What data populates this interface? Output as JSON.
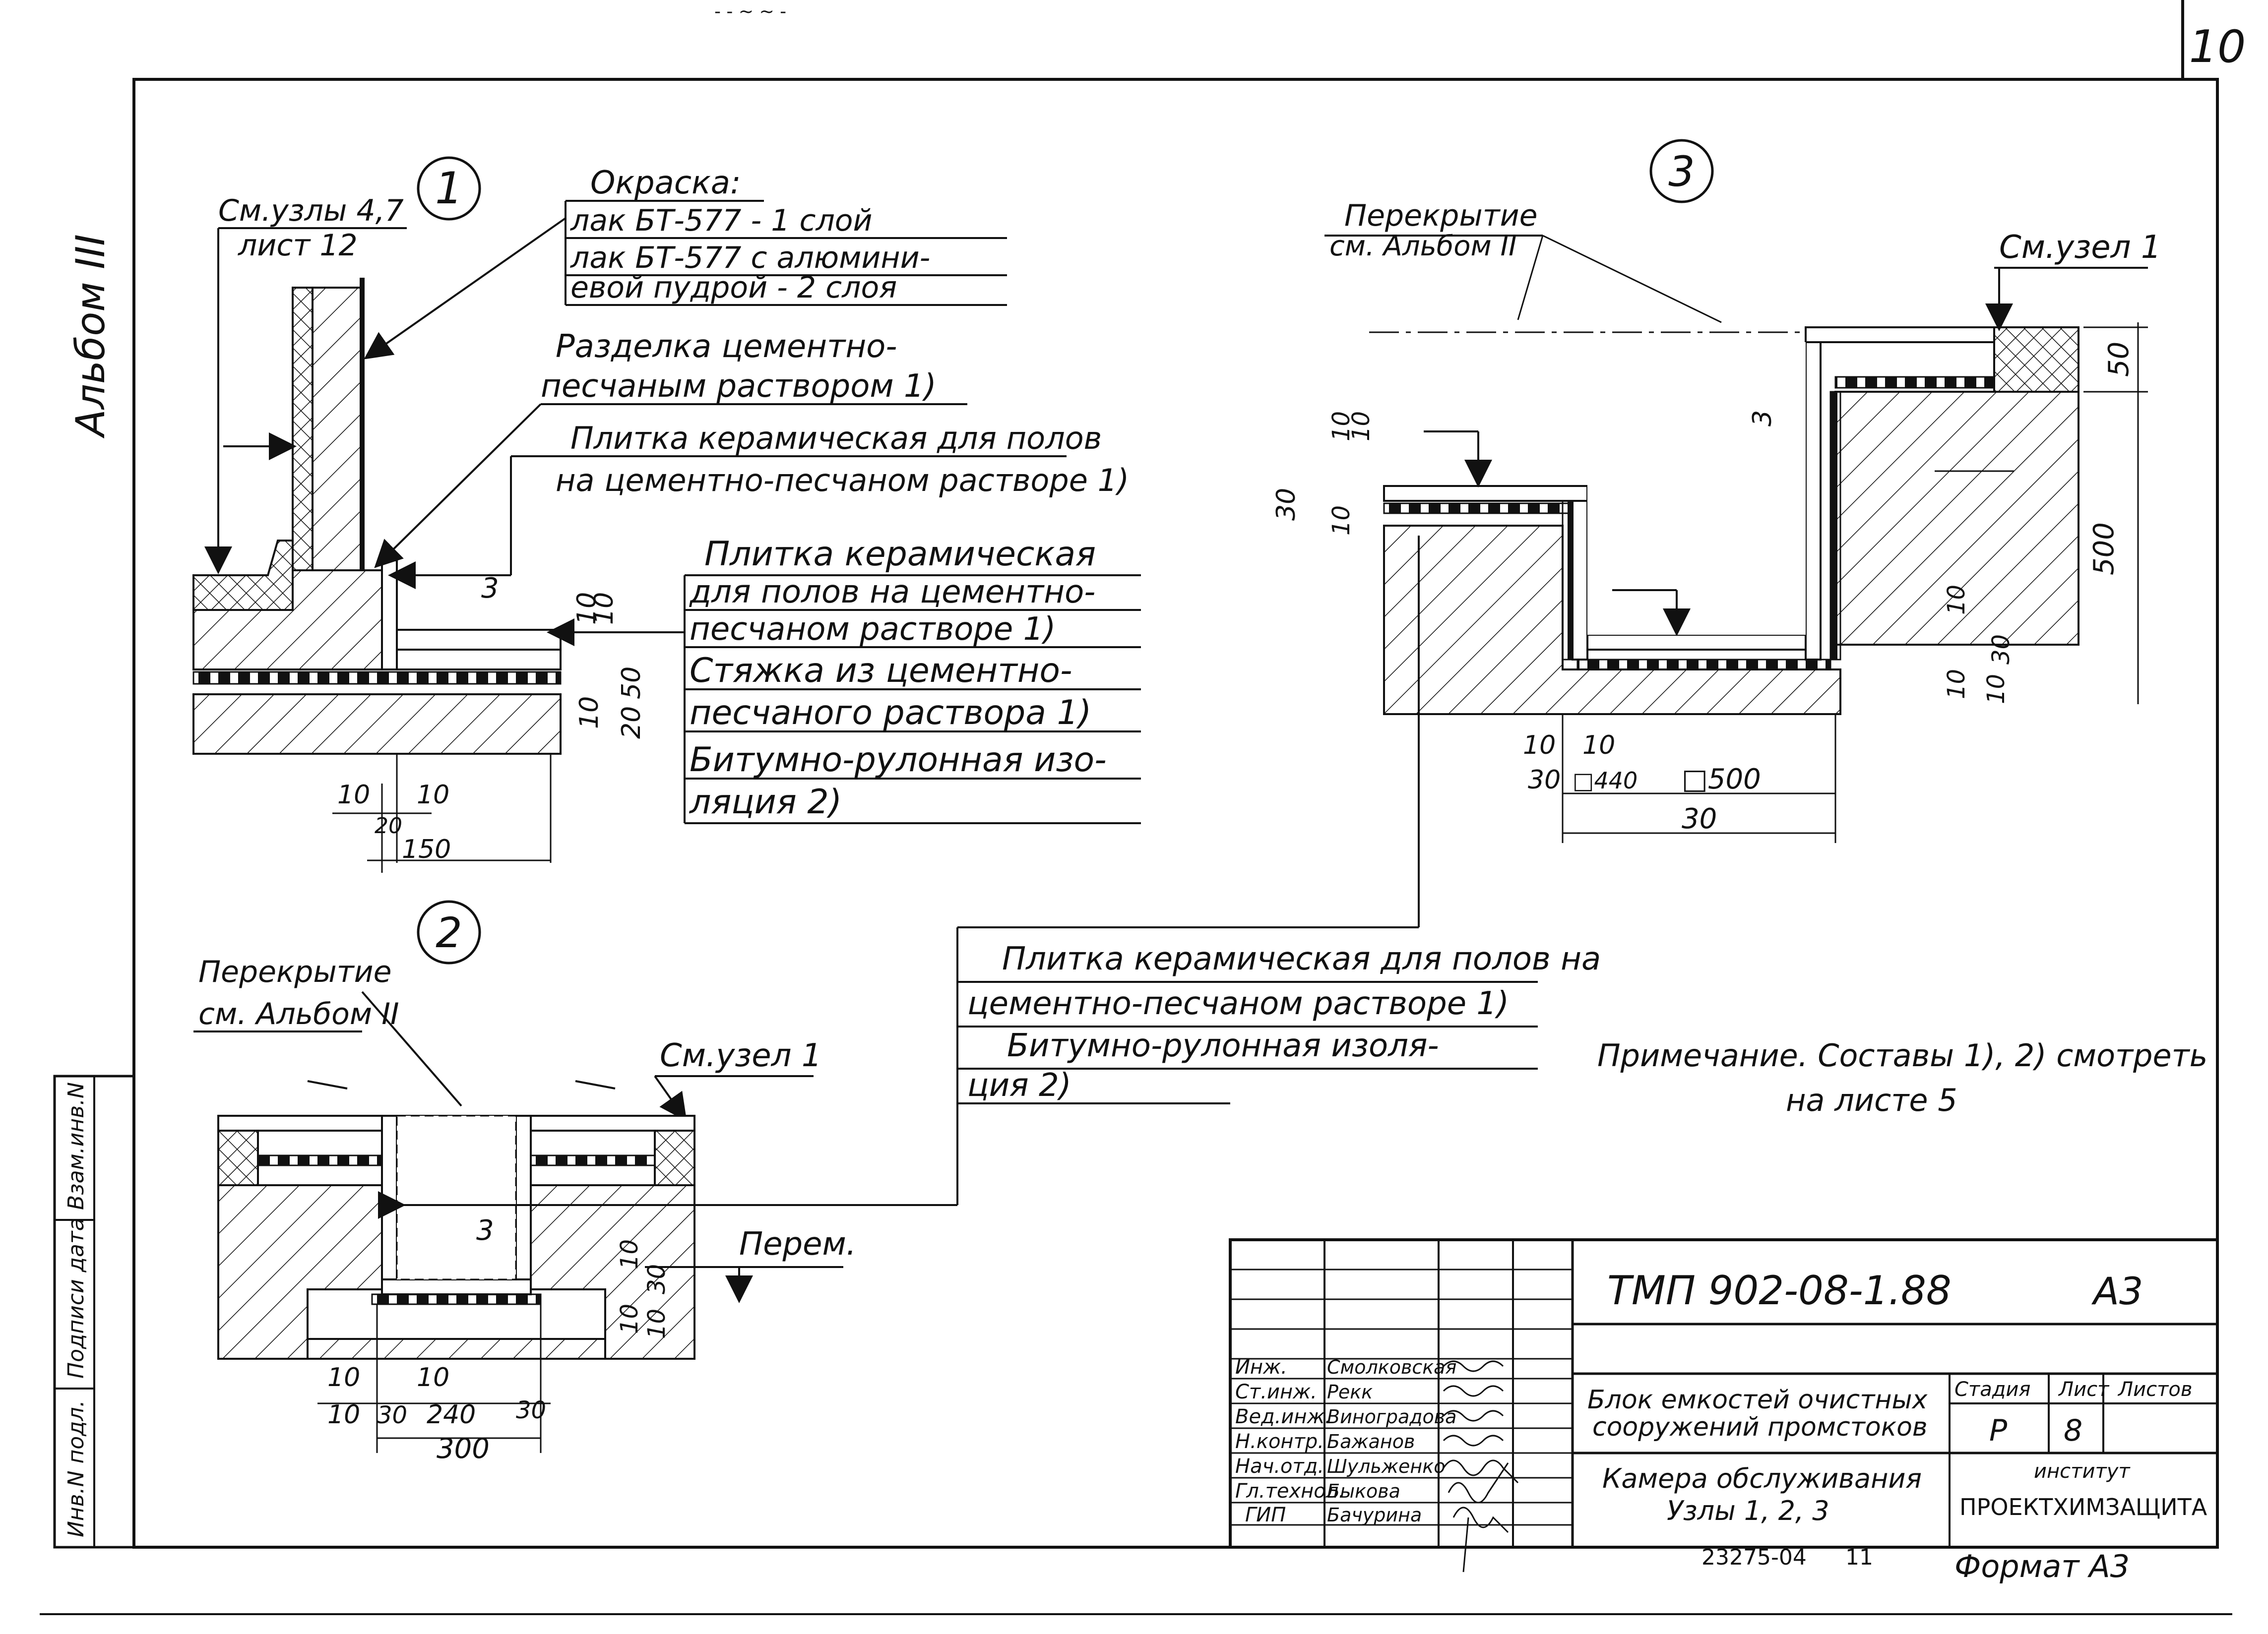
{
  "sheet": {
    "page_number": "10",
    "top_mark": "- - ~ ~ -",
    "album_side": "Альбом III",
    "side_stamp": [
      "Инв.N подл.",
      "Подписи дата",
      "Взам.инв.N"
    ]
  },
  "node1": {
    "number": "1",
    "ref": "См.узлы 4,7",
    "ref_sheet": "лист 12",
    "paint_title": "Окраска:",
    "paint_lines": [
      "лак БТ-577 - 1 слой",
      "лак БТ-577 с алюмини-",
      "евой пудрой - 2 слоя"
    ],
    "joint": [
      "Разделка цементно-",
      "песчаным раствором 1)"
    ],
    "tile": [
      "Плитка керамическая для полов",
      "на цементно-песчаном растворе 1)"
    ],
    "legend": [
      "Плитка керамическая",
      "для полов на цементно-",
      "песчаном растворе 1)",
      "Стяжка из цементно-",
      "песчаного раствора 1)",
      "Битумно-рулонная изо-",
      "ляция 2)"
    ],
    "dims": [
      "3",
      "10",
      "10",
      "50",
      "10",
      "20",
      "10",
      "10",
      "20",
      "150"
    ]
  },
  "node2": {
    "number": "2",
    "ref": "Перекрытие",
    "ref2": "см. Альбом II",
    "ref_node": "См.узел 1",
    "perem": "Перем.",
    "dims": [
      "3",
      "10",
      "30",
      "10",
      "10",
      "10",
      "10",
      "10",
      "30",
      "240",
      "30",
      "300"
    ]
  },
  "node3": {
    "number": "3",
    "ref": "Перекрытие",
    "ref2": "см. Альбом II",
    "ref_node": "См.узел 1",
    "dims": [
      "50",
      "3",
      "10",
      "10",
      "30",
      "10",
      "500",
      "10",
      "30",
      "10",
      "10",
      "10",
      "10",
      "30",
      "□440",
      "□500",
      "30"
    ]
  },
  "common_legend": [
    "Плитка керамическая для полов на",
    "цементно-песчаном растворе 1)",
    "Битумно-рулонная изоля-",
    "ция 2)"
  ],
  "note": [
    "Примечание. Составы 1), 2) смотреть",
    "на листе 5"
  ],
  "title_block": {
    "code": "ТМП 902-08-1.88",
    "format_code": "А3",
    "roles": [
      "Инж.",
      "Ст.инж.",
      "Вед.инж.",
      "Н.контр.",
      "Нач.отд.",
      "Гл.технол.",
      "ГИП"
    ],
    "names": [
      "Смолковская",
      "Рекк",
      "Виноградова",
      "Бажанов",
      "Шульженко",
      "Быкова",
      "Бачурина"
    ],
    "project": [
      "Блок емкостей очистных",
      "сооружений промстоков"
    ],
    "sheet_title": [
      "Камера обслуживания",
      "Узлы 1, 2, 3"
    ],
    "stage_label": "Стадия",
    "sheet_label": "Лист",
    "sheets_label": "Листов",
    "stage": "Р",
    "sheet_no": "8",
    "institute_label": "институт",
    "institute": "ПРОЕКТХИМЗАЩИТА",
    "doc_number": "23275-04",
    "doc_sheet": "11",
    "format": "Формат А3"
  }
}
